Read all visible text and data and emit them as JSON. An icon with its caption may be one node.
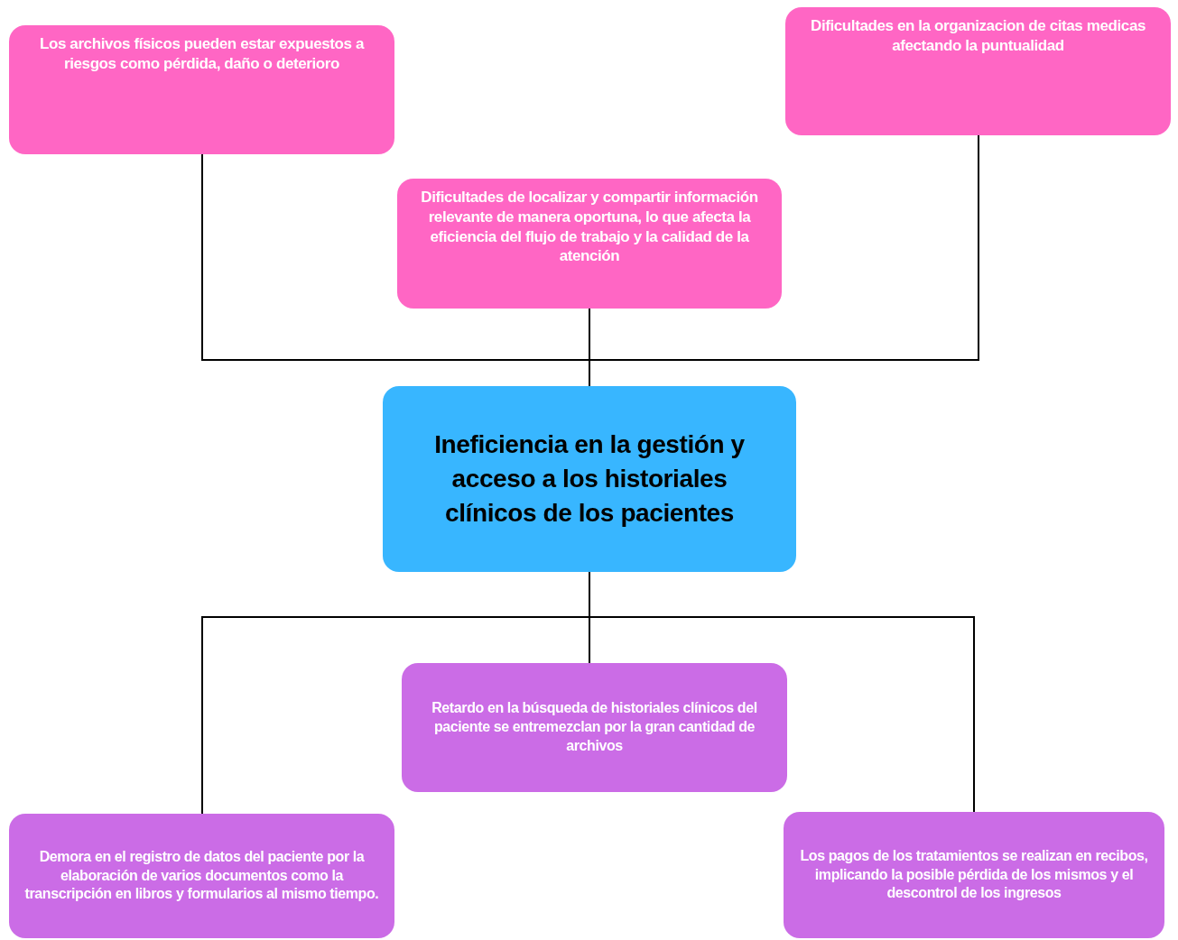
{
  "diagram": {
    "nodes": [
      {
        "text": [
          "Los archivos físicos pueden estar expuestos a riesgos como pérdida, daño o deterioro"
        ]
      },
      {
        "text": [
          "Dificultades en la organizacion de citas medicas afectando la puntualidad"
        ]
      },
      {
        "text": [
          "Dificultades de localizar y compartir información relevante de manera oportuna, lo que afecta la eficiencia del flujo de trabajo y la calidad de la atención"
        ]
      },
      {
        "text": [
          "Ineficiencia en la gestión y acceso a los historiales clínicos de los pacientes"
        ]
      },
      {
        "text": [
          "Retardo en la búsqueda de historiales clínicos del paciente se entremezclan por la gran cantidad de archivos"
        ]
      },
      {
        "text": [
          "Demora en el registro de datos del paciente por la elaboración de varios documentos como la transcripción en libros y formularios al mismo tiempo."
        ]
      },
      {
        "text": [
          "Los pagos de los tratamientos se realizan en recibos, implicando la posible pérdida de los mismos y el descontrol de los ingresos"
        ]
      }
    ],
    "edges": [
      {
        "from": 0,
        "to": 3,
        "arrow": "none"
      },
      {
        "from": 1,
        "to": 3,
        "arrow": "none"
      },
      {
        "from": 2,
        "to": 3,
        "arrow": "none"
      },
      {
        "from": 3,
        "to": 4,
        "arrow": "none"
      },
      {
        "from": 3,
        "to": 5,
        "arrow": "none"
      },
      {
        "from": 3,
        "to": 6,
        "arrow": "none"
      }
    ]
  }
}
